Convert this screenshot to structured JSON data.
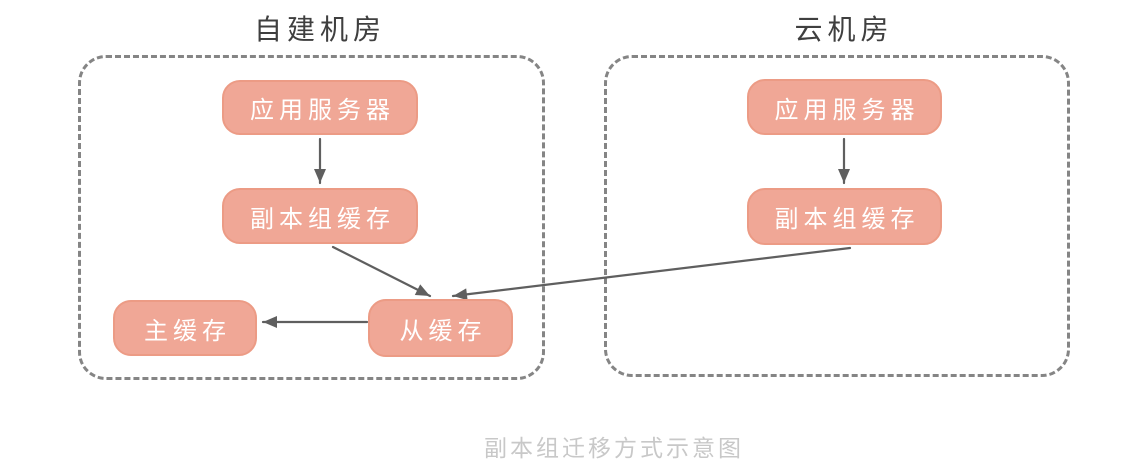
{
  "caption": "副本组迁移方式示意图",
  "left_group": {
    "title": "自建机房",
    "app_server": "应用服务器",
    "replica_cache": "副本组缓存",
    "slave_cache": "从缓存",
    "master_cache": "主缓存"
  },
  "right_group": {
    "title": "云机房",
    "app_server": "应用服务器",
    "replica_cache": "副本组缓存"
  },
  "edges": [
    {
      "from": "left_group.app_server",
      "to": "left_group.replica_cache"
    },
    {
      "from": "left_group.replica_cache",
      "to": "left_group.slave_cache"
    },
    {
      "from": "left_group.slave_cache",
      "to": "left_group.master_cache"
    },
    {
      "from": "right_group.app_server",
      "to": "right_group.replica_cache"
    },
    {
      "from": "right_group.replica_cache",
      "to": "left_group.slave_cache"
    }
  ],
  "colors": {
    "node_fill": "#F0A796",
    "node_border": "#EC9B85",
    "node_text": "#FFFFFF",
    "group_border": "#858585",
    "title_text": "#3F3F3F",
    "arrow": "#5F5F5F",
    "caption_text": "#C8C8C8",
    "background": "#FFFFFF"
  }
}
